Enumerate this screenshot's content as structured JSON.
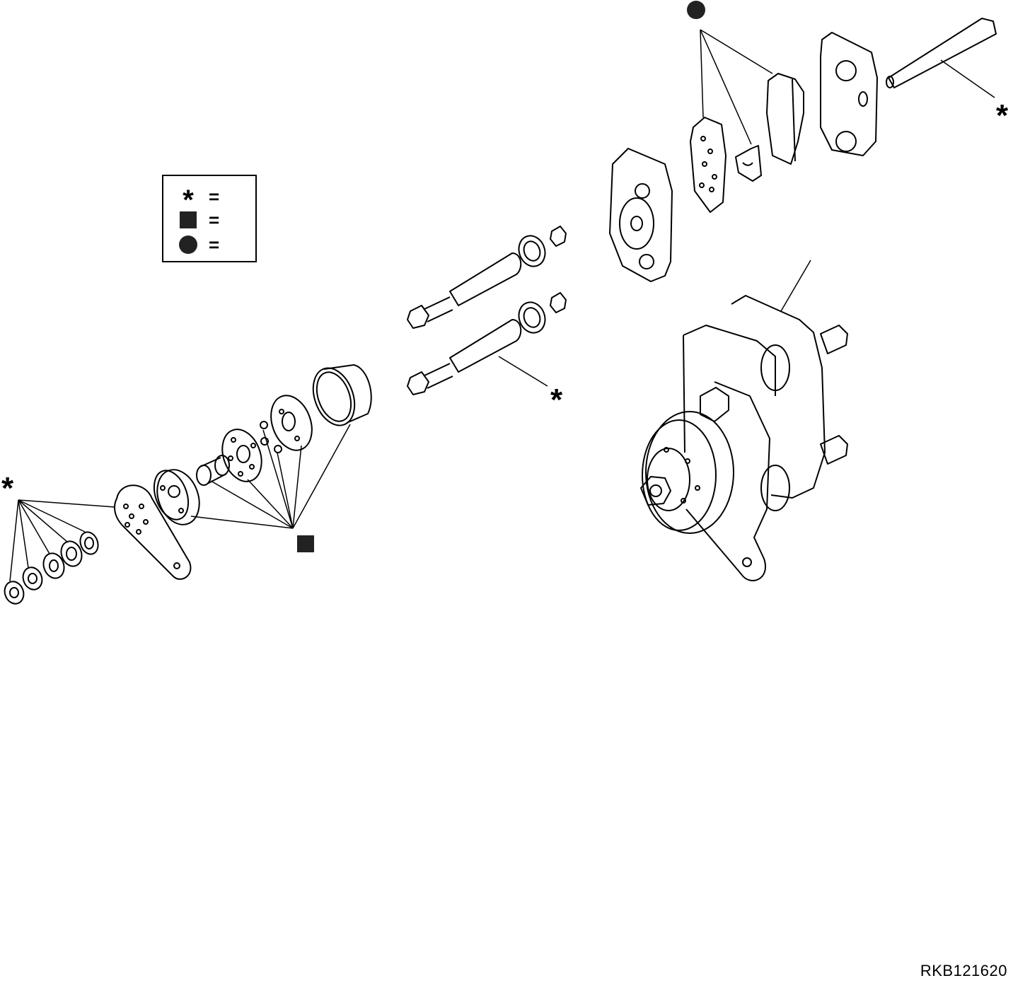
{
  "legend": {
    "rows": [
      {
        "symbol": "*",
        "equals": "="
      },
      {
        "symbol": "square",
        "equals": "="
      },
      {
        "symbol": "circle",
        "equals": "="
      }
    ]
  },
  "markers": {
    "star": "*"
  },
  "reference_code": "RKB121620"
}
